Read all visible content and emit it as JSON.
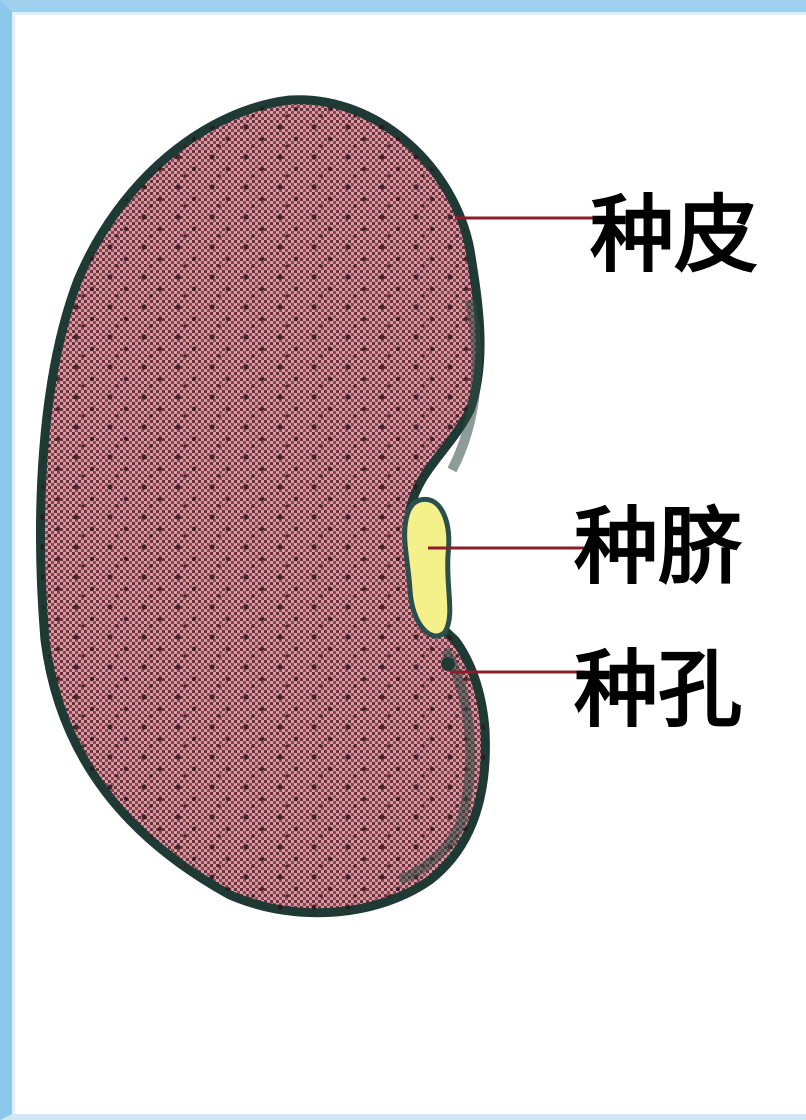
{
  "labels": {
    "seed_coat": "种皮",
    "hilum": "种脐",
    "micropyle": "种孔"
  },
  "colors": {
    "seed_fill": "#c98a92",
    "seed_outline": "#1f3a34",
    "hilum_fill": "#f4f08a",
    "leader_line": "#8a1f2a",
    "frame": "#9fd0ee"
  }
}
